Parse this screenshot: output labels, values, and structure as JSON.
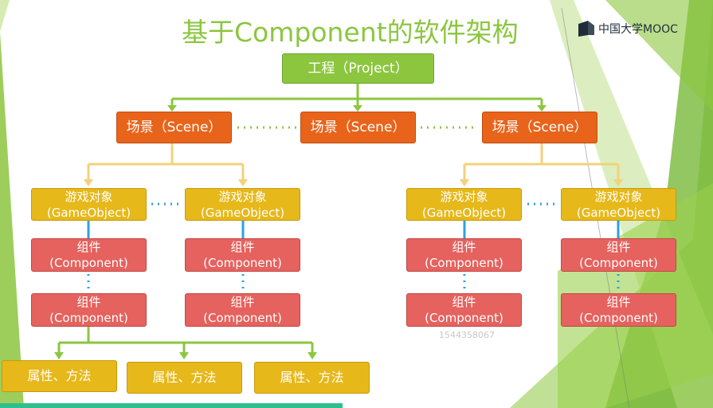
{
  "title": "基于Component的软件架构",
  "logo_text": "中国大学MOOC",
  "project_label": "工程（Project）",
  "scene_label": "场景（Scene）",
  "gameobject_label_line1": "游戏对象",
  "gameobject_label_line2": "(GameObject)",
  "component_label_line1": "组件",
  "component_label_line2": "(Component)",
  "attr_label": "属性、方法",
  "watermark": "1544358067",
  "colors": {
    "green": "#8cc63f",
    "orange": "#e8641b",
    "yellow": "#e6b81a",
    "red": "#e5625e",
    "blue_dots": "#29a3e0",
    "line_yellow": "#f2d27a"
  }
}
